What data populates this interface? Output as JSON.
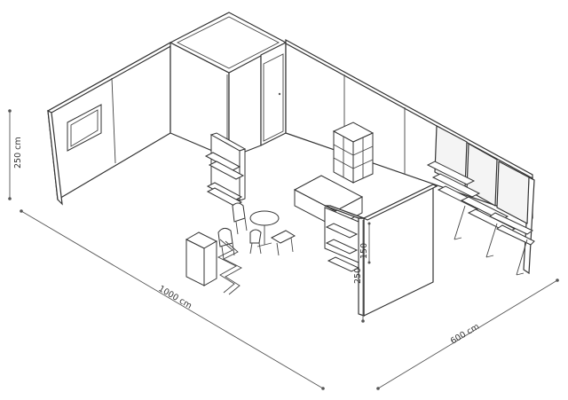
{
  "dimensions": {
    "length": "1000 cm",
    "depth": "600 cm",
    "height": "250 cm",
    "panel_height": "250",
    "shelf_height": "150"
  },
  "colors": {
    "line": "#333333",
    "background": "#ffffff"
  }
}
